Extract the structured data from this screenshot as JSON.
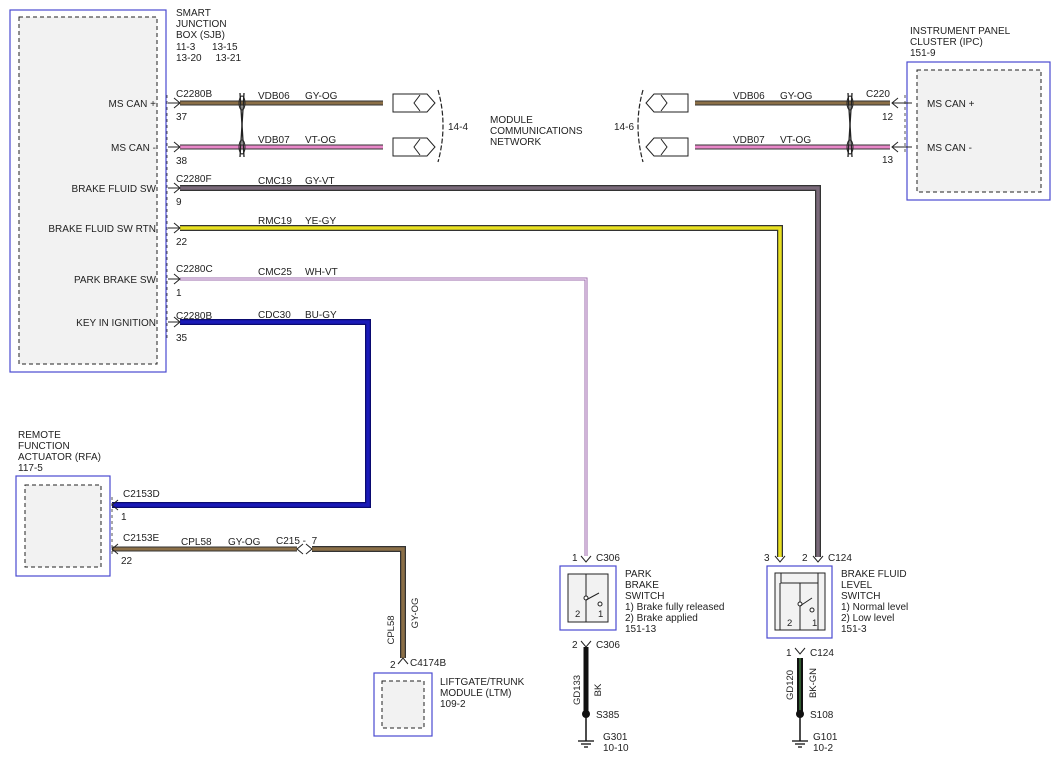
{
  "colors": {
    "gy_og": "#8b6f47",
    "vt_og": "#e887c8",
    "gy_vt": "#7a6a7a",
    "ye_gy": "#e8e020",
    "wh_vt": "#e0b8e8",
    "bu_gy": "#1a1ab8",
    "bk": "#111111",
    "bk_gn": "#1f3a1f",
    "box_border": "#4a4ad0"
  },
  "sjb": {
    "title_lines": [
      "SMART",
      "JUNCTION",
      "BOX (SJB)"
    ],
    "ref_lines": [
      "11-3      13-15",
      "13-20     13-21"
    ],
    "pins": [
      {
        "label": "MS CAN +",
        "connector": "C2280B",
        "pin": "37",
        "circuit": "VDB06",
        "color": "GY-OG"
      },
      {
        "label": "MS CAN -",
        "connector": "",
        "pin": "38",
        "circuit": "VDB07",
        "color": "VT-OG"
      },
      {
        "label": "BRAKE FLUID SW",
        "connector": "C2280F",
        "pin": "9",
        "circuit": "CMC19",
        "color": "GY-VT"
      },
      {
        "label": "BRAKE FLUID SW RTN",
        "connector": "",
        "pin": "22",
        "circuit": "RMC19",
        "color": "YE-GY"
      },
      {
        "label": "PARK BRAKE SW",
        "connector": "C2280C",
        "pin": "1",
        "circuit": "CMC25",
        "color": "WH-VT"
      },
      {
        "label": "KEY IN IGNITION",
        "connector": "C2280B",
        "pin": "35",
        "circuit": "CDC30",
        "color": "BU-GY"
      }
    ]
  },
  "network": {
    "lines": [
      "MODULE",
      "COMMUNICATIONS",
      "NETWORK"
    ],
    "left_ref": "14-4",
    "right_ref": "14-6"
  },
  "ipc": {
    "title_lines": [
      "INSTRUMENT PANEL",
      "CLUSTER (IPC)"
    ],
    "ref": "151-9",
    "connector": "C220",
    "pins": [
      {
        "label": "MS CAN +",
        "pin": "12",
        "circuit": "VDB06",
        "color": "GY-OG"
      },
      {
        "label": "MS CAN -",
        "pin": "13",
        "circuit": "VDB07",
        "color": "VT-OG"
      }
    ]
  },
  "rfa": {
    "title_lines": [
      "REMOTE",
      "FUNCTION",
      "ACTUATOR (RFA)"
    ],
    "ref": "117-5",
    "pins": [
      {
        "connector": "C2153D",
        "pin": "1"
      },
      {
        "connector": "C2153E",
        "pin": "22",
        "circuit": "CPL58",
        "color": "GY-OG"
      }
    ],
    "inline_connector": "C215 -  7"
  },
  "ltm": {
    "title_lines": [
      "LIFTGATE/TRUNK",
      "MODULE (LTM)"
    ],
    "ref": "109-2",
    "connector": "C4174B",
    "pin": "2",
    "circuit": "CPL58",
    "color": "GY-OG"
  },
  "park_brake_switch": {
    "title_lines": [
      "PARK",
      "BRAKE",
      "SWITCH"
    ],
    "states": [
      "1) Brake fully released",
      "2) Brake applied"
    ],
    "ref": "151-13",
    "top_connector": "C306",
    "top_pin": "1",
    "bottom_connector": "C306",
    "bottom_pin": "2",
    "switch_pins": [
      "2",
      "1"
    ],
    "ground_circuit": "GD133",
    "ground_color": "BK",
    "splice": "S385",
    "ground": "G301",
    "ground_ref": "10-10"
  },
  "brake_fluid_switch": {
    "title_lines": [
      "BRAKE FLUID",
      "LEVEL",
      "SWITCH"
    ],
    "states": [
      "1) Normal level",
      "2) Low level"
    ],
    "ref": "151-3",
    "top_connector": "C124",
    "top_pins": [
      "3",
      "2"
    ],
    "bottom_connector": "C124",
    "bottom_pin": "1",
    "switch_pins": [
      "2",
      "1"
    ],
    "ground_circuit": "GD120",
    "ground_color": "BK-GN",
    "splice": "S108",
    "ground": "G101",
    "ground_ref": "10-2"
  }
}
